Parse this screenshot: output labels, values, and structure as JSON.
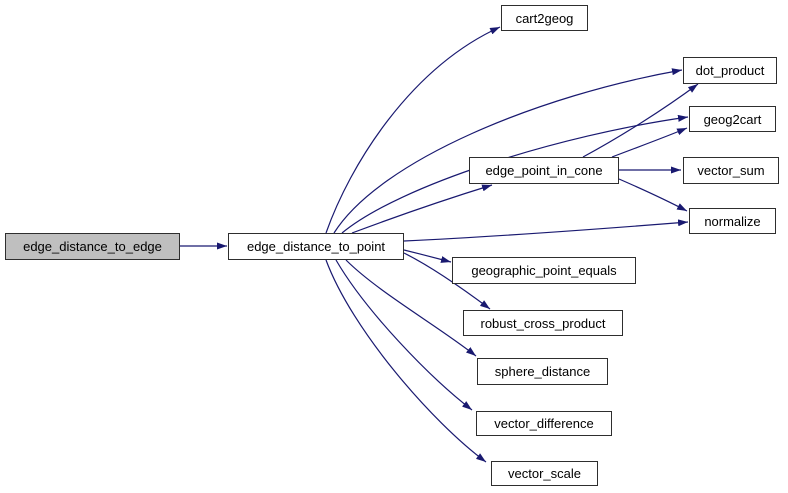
{
  "diagram": {
    "kind": "call-graph",
    "colors": {
      "edge": "#191970",
      "node_fill": "#ffffff",
      "node_border": "#2e2e2e",
      "highlight_fill": "#bfbfbf",
      "text": "#000000"
    },
    "nodes": [
      {
        "id": "edge_distance_to_edge",
        "label": "edge_distance_to_edge",
        "highlighted": true
      },
      {
        "id": "edge_distance_to_point",
        "label": "edge_distance_to_point",
        "highlighted": false
      },
      {
        "id": "cart2geog",
        "label": "cart2geog",
        "highlighted": false
      },
      {
        "id": "dot_product",
        "label": "dot_product",
        "highlighted": false
      },
      {
        "id": "geog2cart",
        "label": "geog2cart",
        "highlighted": false
      },
      {
        "id": "edge_point_in_cone",
        "label": "edge_point_in_cone",
        "highlighted": false
      },
      {
        "id": "vector_sum",
        "label": "vector_sum",
        "highlighted": false
      },
      {
        "id": "normalize",
        "label": "normalize",
        "highlighted": false
      },
      {
        "id": "geographic_point_equals",
        "label": "geographic_point_equals",
        "highlighted": false
      },
      {
        "id": "robust_cross_product",
        "label": "robust_cross_product",
        "highlighted": false
      },
      {
        "id": "sphere_distance",
        "label": "sphere_distance",
        "highlighted": false
      },
      {
        "id": "vector_difference",
        "label": "vector_difference",
        "highlighted": false
      },
      {
        "id": "vector_scale",
        "label": "vector_scale",
        "highlighted": false
      }
    ],
    "edges": [
      {
        "from": "edge_distance_to_edge",
        "to": "edge_distance_to_point"
      },
      {
        "from": "edge_distance_to_point",
        "to": "cart2geog"
      },
      {
        "from": "edge_distance_to_point",
        "to": "dot_product"
      },
      {
        "from": "edge_distance_to_point",
        "to": "geog2cart"
      },
      {
        "from": "edge_distance_to_point",
        "to": "edge_point_in_cone"
      },
      {
        "from": "edge_distance_to_point",
        "to": "normalize"
      },
      {
        "from": "edge_distance_to_point",
        "to": "geographic_point_equals"
      },
      {
        "from": "edge_distance_to_point",
        "to": "robust_cross_product"
      },
      {
        "from": "edge_distance_to_point",
        "to": "sphere_distance"
      },
      {
        "from": "edge_distance_to_point",
        "to": "vector_difference"
      },
      {
        "from": "edge_distance_to_point",
        "to": "vector_scale"
      },
      {
        "from": "edge_point_in_cone",
        "to": "dot_product"
      },
      {
        "from": "edge_point_in_cone",
        "to": "geog2cart"
      },
      {
        "from": "edge_point_in_cone",
        "to": "vector_sum"
      },
      {
        "from": "edge_point_in_cone",
        "to": "normalize"
      }
    ]
  }
}
